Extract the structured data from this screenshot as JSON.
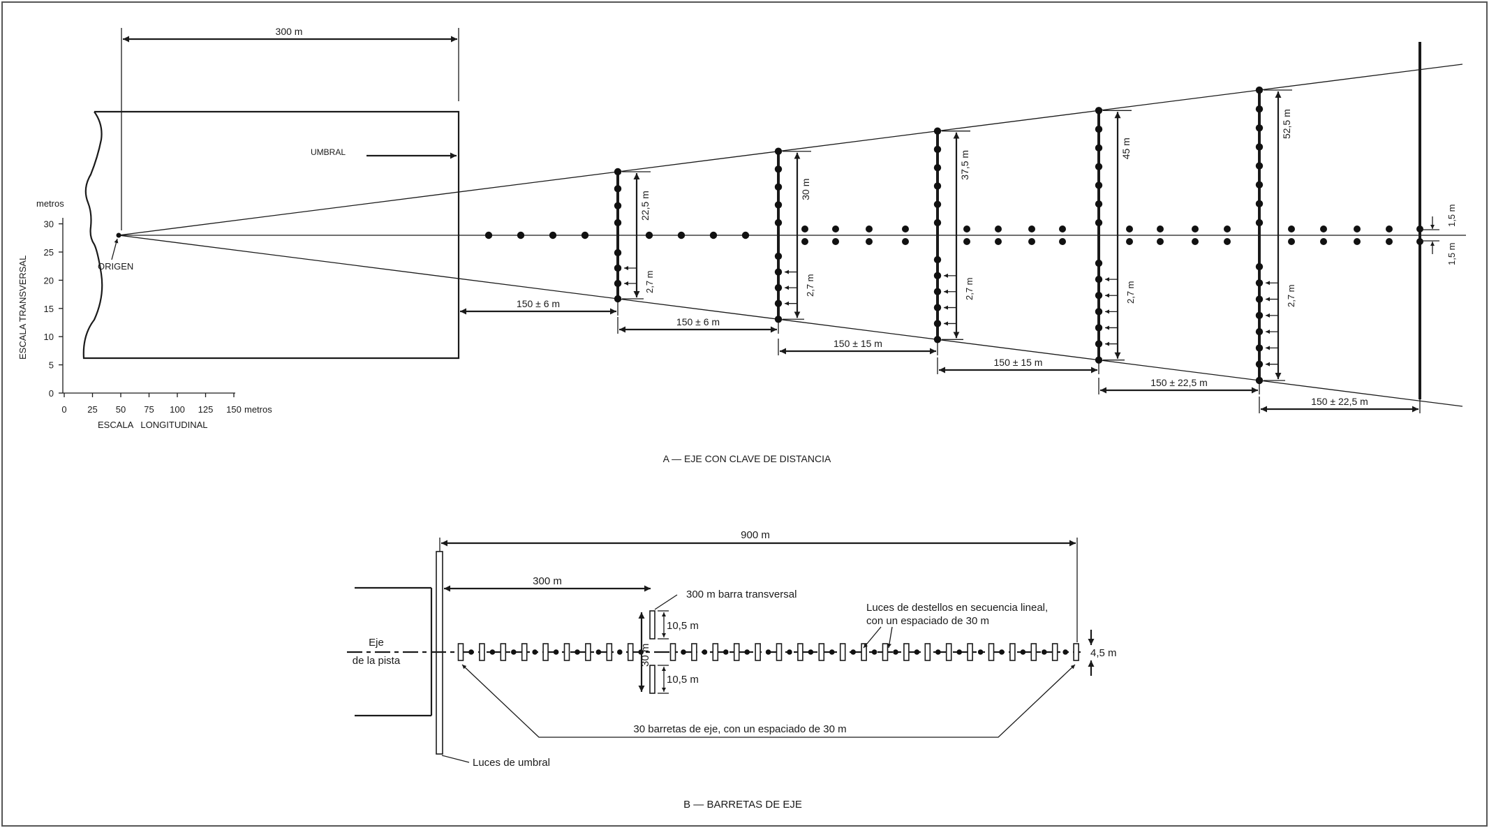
{
  "diagram_a": {
    "caption": "A — EJE CON CLAVE DE DISTANCIA",
    "dim_300": "300 m",
    "umbral": "UMBRAL",
    "origen": "ORIGEN",
    "y_axis_unit": "metros",
    "y_axis_title": "ESCALA TRANSVERSAL",
    "y_ticks": [
      "0",
      "5",
      "10",
      "15",
      "20",
      "25",
      "30"
    ],
    "x_ticks": [
      "0",
      "25",
      "50",
      "75",
      "100",
      "125",
      "150"
    ],
    "x_axis_unit": "metros",
    "x_axis_title": "ESCALA   LONGITUDINAL",
    "spacings": [
      "150 ± 6 m",
      "150 ± 6 m",
      "150 ± 15 m",
      "150 ± 15 m",
      "150 ± 22,5 m",
      "150 ± 22,5 m"
    ],
    "bar_heights": [
      "22,5 m",
      "30 m",
      "37,5 m",
      "45 m",
      "52,5 m"
    ],
    "light_spacing": "2,7 m",
    "centre_offset": "1,5 m"
  },
  "diagram_b": {
    "caption": "B — BARRETAS DE EJE",
    "dim_900": "900 m",
    "dim_300": "300 m",
    "cross_bar": "300 m barra transversal",
    "dim_10_5": "10,5 m",
    "dim_30": "30 m",
    "dim_4_5": "4,5 m",
    "flash_line1": "Luces de destellos en secuencia lineal,",
    "flash_line2": "con un espaciado de 30 m",
    "runway_line1": "Eje",
    "runway_line2": "de la pista",
    "barrettes_note": "30 barretas de eje, con un espaciado de 30 m",
    "threshold_lights": "Luces de umbral"
  }
}
